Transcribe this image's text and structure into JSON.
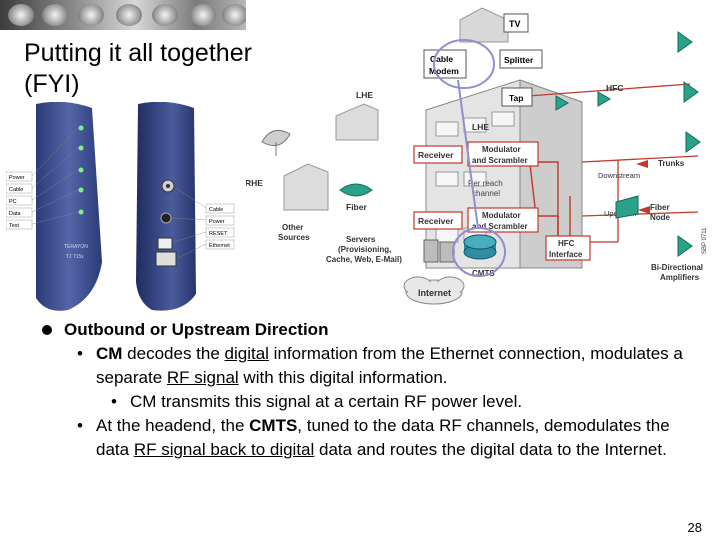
{
  "title_line1": "Putting it all together",
  "title_line2": "(FYI)",
  "modem": {
    "side_labels": [
      "Power",
      "Cable",
      "PC",
      "Data",
      "Test"
    ],
    "port_labels": [
      "Cable",
      "Power",
      "RESET",
      "Ethernet"
    ],
    "brand": "TERAYON",
    "model": "TJ 715x"
  },
  "diagram": {
    "tv": "TV",
    "cable_modem_1": "Cable",
    "cable_modem_2": "Modem",
    "splitter": "Splitter",
    "tap": "Tap",
    "hfc": "HFC",
    "lhe_top": "LHE",
    "lhe_building": "LHE",
    "receiver_1": "Receiver",
    "modulator_1a": "Modulator",
    "modulator_1b": "and Scrambler",
    "per_reach_1": "Per reach",
    "per_reach_2": "channel",
    "receiver_2": "Receiver",
    "modulator_2a": "Modulator",
    "modulator_2b": "and Scrambler",
    "downstream": "Downstream",
    "upstream": "Upstream",
    "trunks": "Trunks",
    "fiber_node_1": "Fiber",
    "fiber_node_2": "Node",
    "rhe": "RHE",
    "fiber": "Fiber",
    "other_sources_1": "Other",
    "other_sources_2": "Sources",
    "servers_1": "Servers",
    "servers_2": "(Provisioning,",
    "servers_3": "Cache, Web, E-Mail)",
    "hfc_interface_1": "HFC",
    "hfc_interface_2": "Interface",
    "cmts": "CMTS",
    "internet": "Internet",
    "amplifiers_1": "Bi-Directional",
    "amplifiers_2": "Amplifiers",
    "code": "SBP 0711"
  },
  "bullets": {
    "b1": "Outbound or Upstream Direction",
    "b2_mark": "•",
    "b2_cm": "CM",
    "b2_t1": " decodes the ",
    "b2_u1": "digital",
    "b2_t2": " information from the Ethernet connection, modulates a separate ",
    "b2_u2": "RF signal",
    "b2_t3": " with this digital information.",
    "b3_mark": "•",
    "b3_text": "CM transmits this signal at a certain RF power level.",
    "b4_mark": "•",
    "b4_t1": "At the headend, the ",
    "b4_cmts": "CMTS",
    "b4_t2": ", tuned to the data RF channels, demodulates the data ",
    "b4_u1": "RF signal back to digital",
    "b4_t3": " data and routes the digital data to the Internet."
  },
  "page_number": "28"
}
